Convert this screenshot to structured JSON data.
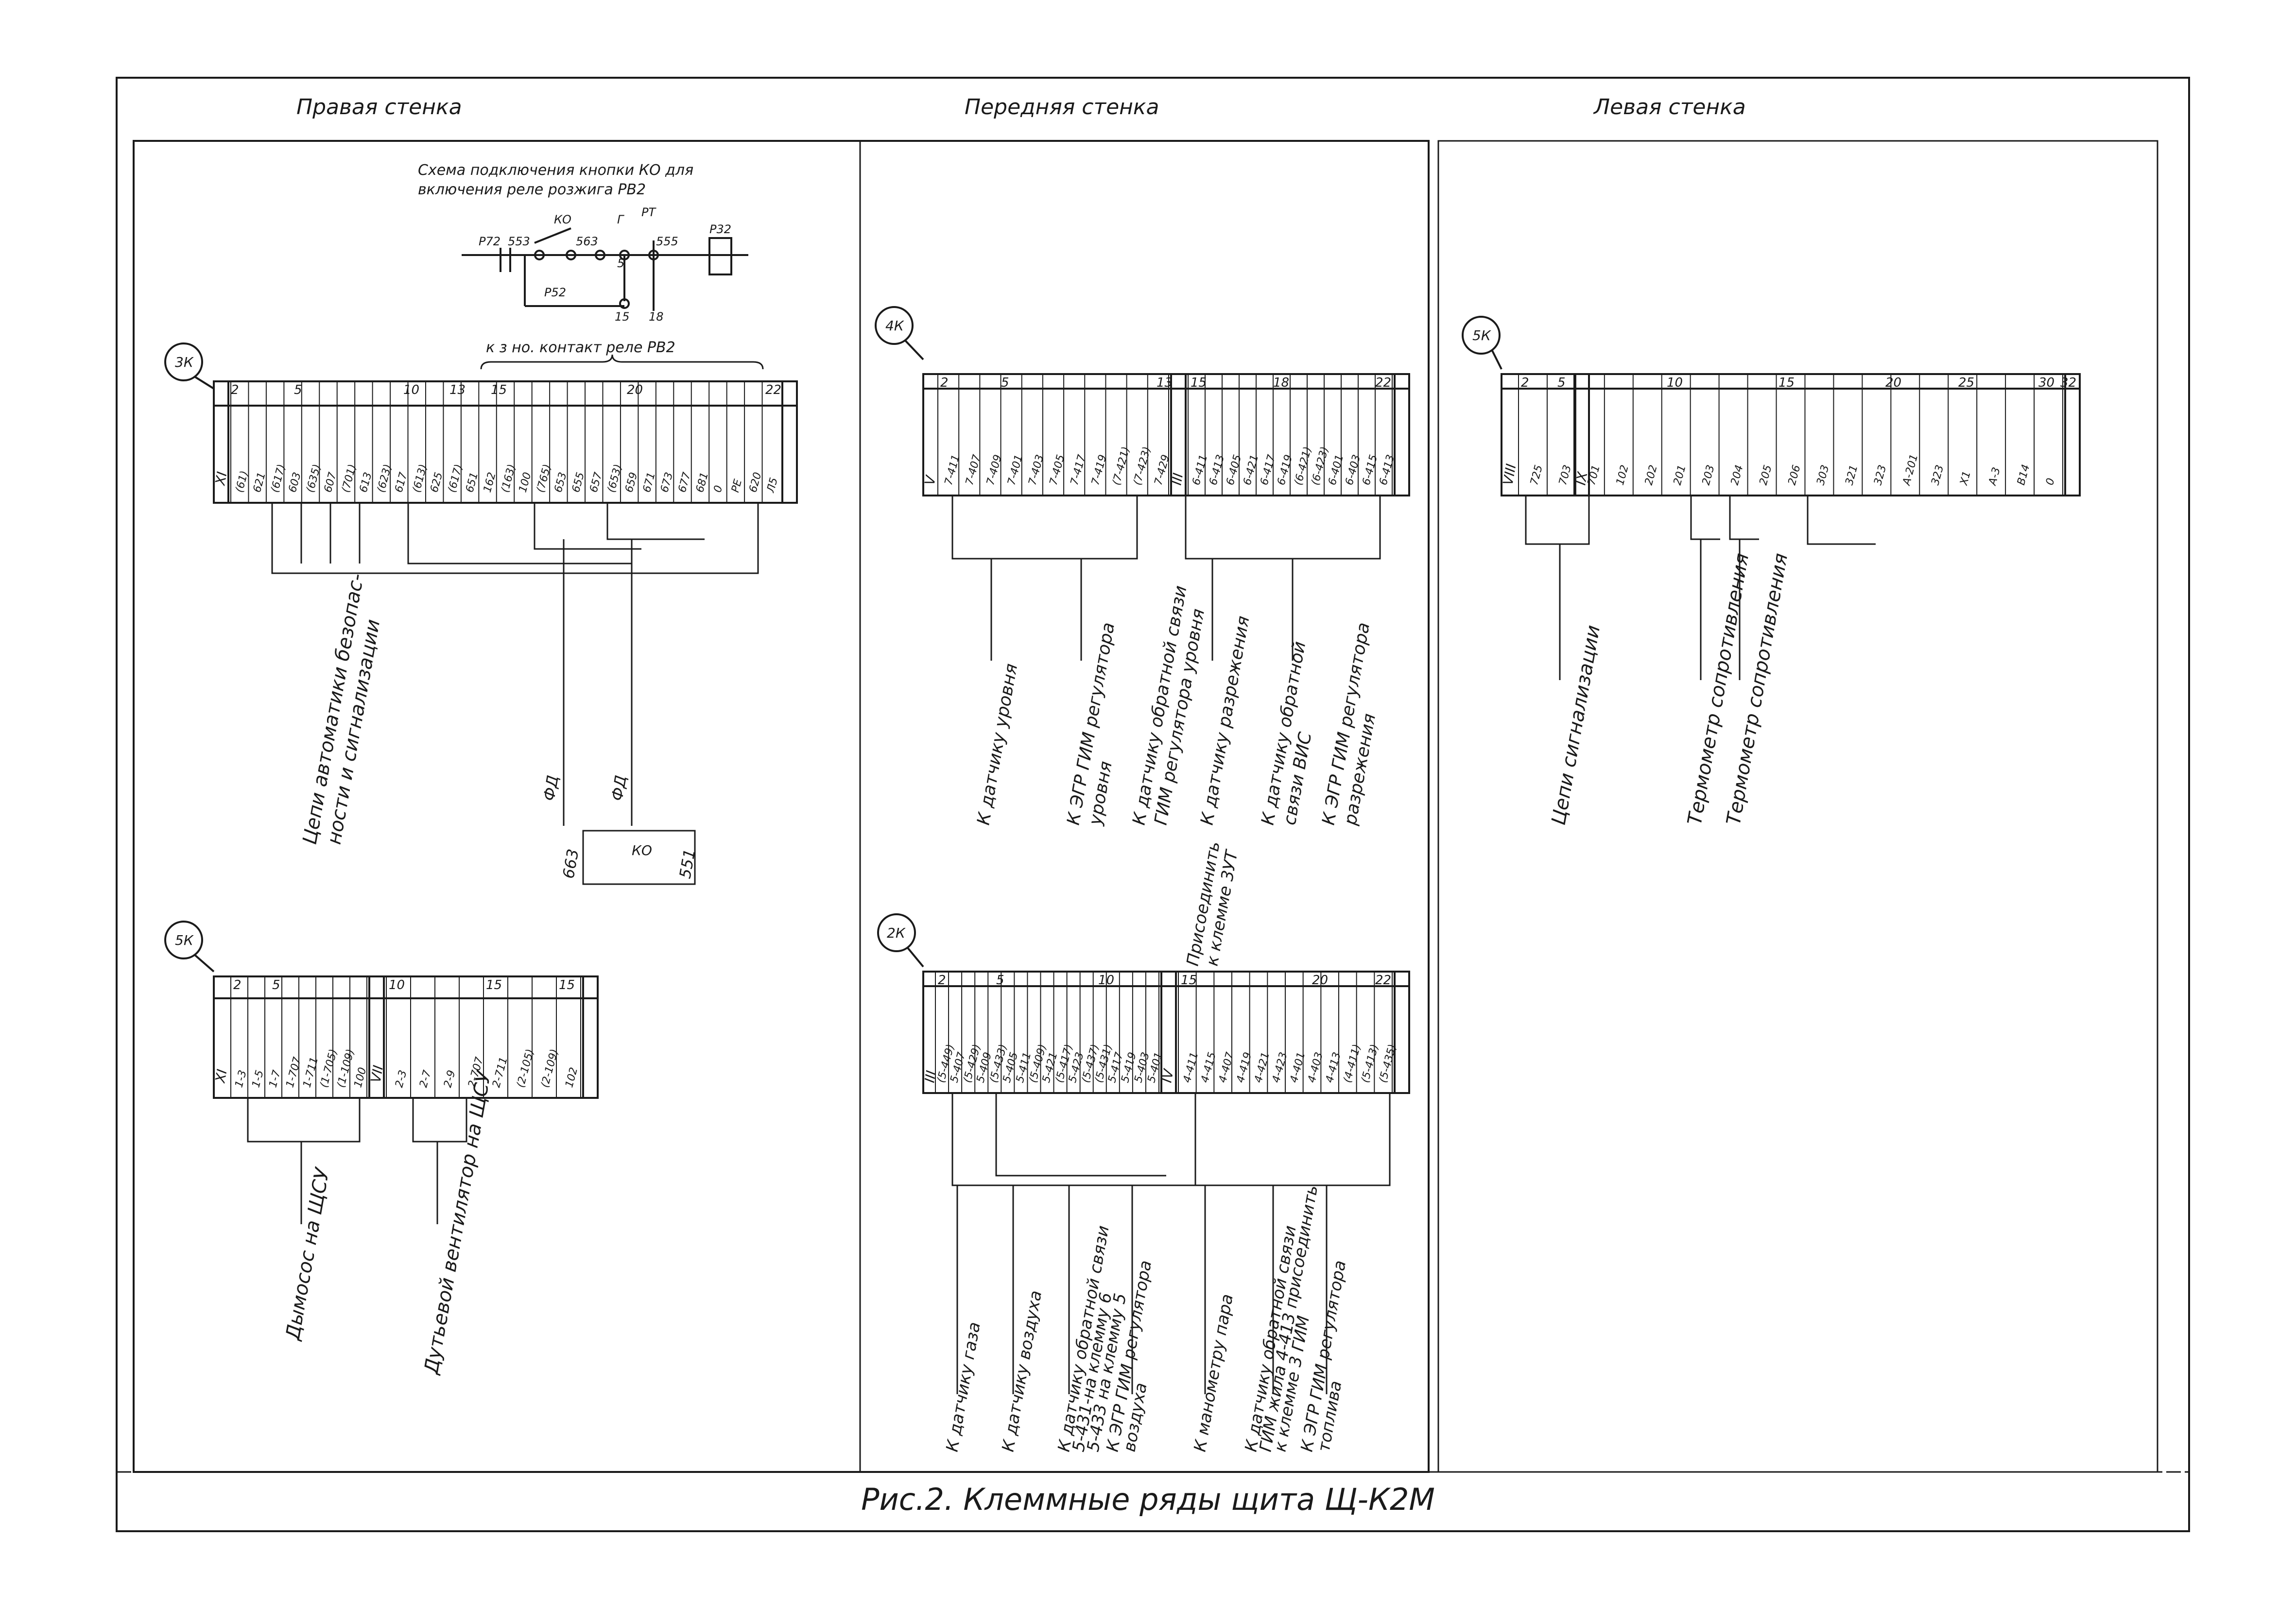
{
  "walls": {
    "right": "Правая стенка",
    "front": "Передняя стенка",
    "left": "Левая стенка"
  },
  "caption": "Рис.2. Клеммные ряды щита Щ-К2М",
  "schema": {
    "title_line1": "Схема подключения кнопки КО для",
    "title_line2": "включения реле розжига РВ2",
    "labels": [
      "Р72",
      "553",
      "КО",
      "563",
      "Г",
      "РТ",
      "555",
      "Р32",
      "5",
      "Р52",
      "15",
      "18"
    ],
    "bracket": "к з но. контакт реле РВ2"
  },
  "blocks": {
    "k3": {
      "badge": "3К",
      "row": "XI",
      "numbers": [
        "2",
        "5",
        "10",
        "13",
        "15",
        "20",
        "22"
      ],
      "wires": [
        "(61)",
        "621",
        "(617)",
        "603",
        "(635)",
        "607",
        "(701)",
        "613",
        "(623)",
        "617",
        "(613)",
        "625",
        "(617)",
        "651",
        "162",
        "(163)",
        "100",
        "(765)",
        "653",
        "655",
        "657",
        "(653)",
        "659",
        "671",
        "673",
        "677",
        "681",
        "0",
        "РЕ",
        "620",
        "Л5"
      ],
      "labels": [
        "Цепи автоматики безопас-",
        "ности и сигнализации",
        "ФД",
        "ФД",
        "663",
        "КО",
        "551"
      ]
    },
    "k5a": {
      "badge": "5К",
      "row1": "XI",
      "row2": "VII",
      "numbers": [
        "2",
        "5",
        "10",
        "15",
        "15"
      ],
      "wires1": [
        "1-3",
        "1-5",
        "1-7",
        "1-707",
        "1-711",
        "(1-705)",
        "(1-109)",
        "100"
      ],
      "wires2": [
        "2-3",
        "2-7",
        "2-9",
        "2-707",
        "2-711",
        "(2-105)",
        "(2-109)",
        "102"
      ],
      "labels": [
        "Дымосос на ЩСУ",
        "Дутьевой вентилятор на ЩСУ"
      ]
    },
    "k4": {
      "badge": "4К",
      "row1": "V",
      "row2": "III",
      "numbers": [
        "2",
        "5",
        "13",
        "15",
        "18",
        "22"
      ],
      "wires1": [
        "7-411",
        "7-407",
        "7-409",
        "7-401",
        "7-403",
        "7-405",
        "7-417",
        "7-419",
        "(7-421)",
        "(7-423)",
        "7-429"
      ],
      "wires2": [
        "6-411",
        "6-413",
        "6-405",
        "6-421",
        "6-417",
        "6-419",
        "(6-421)",
        "(6-423)",
        "6-401",
        "6-403",
        "6-415",
        "6-413"
      ],
      "labels": [
        "К датчику уровня",
        "К ЭГР ГИМ регулятора",
        "уровня",
        "К датчику обратной связи",
        "ГИМ регулятора уровня",
        "К датчику разрежения",
        "К датчику обратной",
        "связи ВИС",
        "К ЭГР ГИМ регулятора",
        "разрежения"
      ]
    },
    "k5b": {
      "badge": "5К",
      "row1": "VIII",
      "row2": "IX",
      "numbers": [
        "2",
        "5",
        "10",
        "15",
        "20",
        "25",
        "30",
        "32"
      ],
      "wires": [
        "725",
        "703",
        "701",
        "102",
        "202",
        "201",
        "203",
        "204",
        "205",
        "206",
        "303",
        "321",
        "323",
        "А-201",
        "323",
        "Х1",
        "А-3",
        "В14",
        "0"
      ],
      "labels": [
        "Цепи сигнализации",
        "Термометр сопротивления",
        "Термометр сопротивления"
      ]
    },
    "k2": {
      "badge": "2К",
      "row1": "III",
      "row2": "IV",
      "numbers": [
        "2",
        "5",
        "10",
        "15",
        "20",
        "22"
      ],
      "wires1": [
        "(5-449)",
        "5-407",
        "(5-429)",
        "5-409",
        "(5-433)",
        "5-405",
        "5-411",
        "(5-409)",
        "5-421",
        "(5-417)",
        "5-423",
        "(5-437)",
        "(5-431)",
        "5-417",
        "5-419",
        "5-403",
        "5-401"
      ],
      "wires2": [
        "4-411",
        "4-415",
        "4-407",
        "4-419",
        "4-421",
        "4-423",
        "4-401",
        "4-403",
        "4-413",
        "(4-411)",
        "(5-413)",
        "(5-435)"
      ],
      "attach": [
        "Присоединить",
        "к клемме 3УТ"
      ],
      "labels": [
        "К датчику газа",
        "К датчику воздуха",
        "К датчику обратной связи",
        "5-431-на клемму 6",
        "5-433 на клемму 5",
        "К ЭГР ГИМ регулятора",
        "воздуха",
        "К манометру пара",
        "К датчику обратной связи",
        "ГИМ жила 4-413 присоединить",
        "к клемме 3 ГИМ",
        "К ЭГР ГИМ регулятора",
        "топлива"
      ]
    }
  }
}
